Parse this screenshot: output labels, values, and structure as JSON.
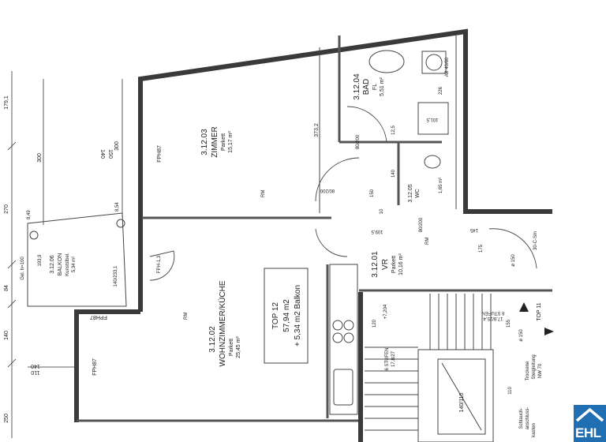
{
  "rooms": {
    "zimmer": {
      "number": "3.12.03",
      "name": "ZIMMER",
      "floor": "Parkett",
      "area": "15,17 m²"
    },
    "wohnzimmer": {
      "number": "3.12.02",
      "name": "WOHNZIMMER/KÜCHE",
      "floor": "Parkett",
      "area": "25,45 m²"
    },
    "bad": {
      "number": "3.12.04",
      "name": "BAD",
      "floor": "FL",
      "area": "5,51 m²"
    },
    "wc": {
      "number": "3.12.05",
      "name": "WC",
      "area": "1,65 m²"
    },
    "vr": {
      "number": "3.12.01",
      "name": "VR",
      "floor": "Parkett",
      "area": "10,16 m²"
    },
    "balkon": {
      "number": "3.12.06",
      "name": "BALKON",
      "floor": "Kunststbel.",
      "area": "5,34 m²"
    }
  },
  "unit_box": {
    "line1": "TOP 12",
    "line2": "57,94 m2",
    "line3": "+ 5,34 m2 Balkon"
  },
  "labels": {
    "fph87_a": "FPH87",
    "fph87_b": "FPH87",
    "fph87_c": "FPH87",
    "fph13": "FPH-1,3",
    "rm": "RM",
    "rm2": "RM",
    "rm3": "RM",
    "gel": "Gel. h=100",
    "bal_dim": "193,9",
    "bal_dim2": "8,49",
    "bal_dim3": "8,54",
    "bal_dim4": "140/233,1",
    "d373": "373,2",
    "d150": "150",
    "d140": "140",
    "d1095": "109,5",
    "d200a": "80/200",
    "d200b": "80/200",
    "d200c": "80/200",
    "d226": "226",
    "d101": "101,5",
    "d125": "12,5",
    "d10": "10",
    "d175": "175",
    "d145": "145",
    "d120": "120",
    "d110": "110",
    "stufen1": "8 STUFEN",
    "stufen1b": "17,8/25,4",
    "stufen2": "6 STUFEN",
    "stufen2b": "17,8/27",
    "level": "+7,204",
    "lift": "140/110",
    "top11": "TOP 11",
    "d155": "155",
    "d150b": "ø 150",
    "d150c": "ø 150",
    "schlauch": "Schlauch-",
    "anschluss": "anschluss-",
    "kasten": "kasten",
    "trockene": "Trockene",
    "steigleitung": "Steigleitung",
    "nw": "NW 70",
    "ab": "AB 40/60",
    "sm": "30-C-Sm"
  },
  "dimensions_left": [
    "179,1",
    "270",
    "84",
    "140",
    "250"
  ],
  "dimensions_inner": [
    "300",
    "140",
    "150",
    "300",
    "140",
    "110"
  ],
  "logo": {
    "text": "EHL",
    "color": "#1f6fb2"
  }
}
